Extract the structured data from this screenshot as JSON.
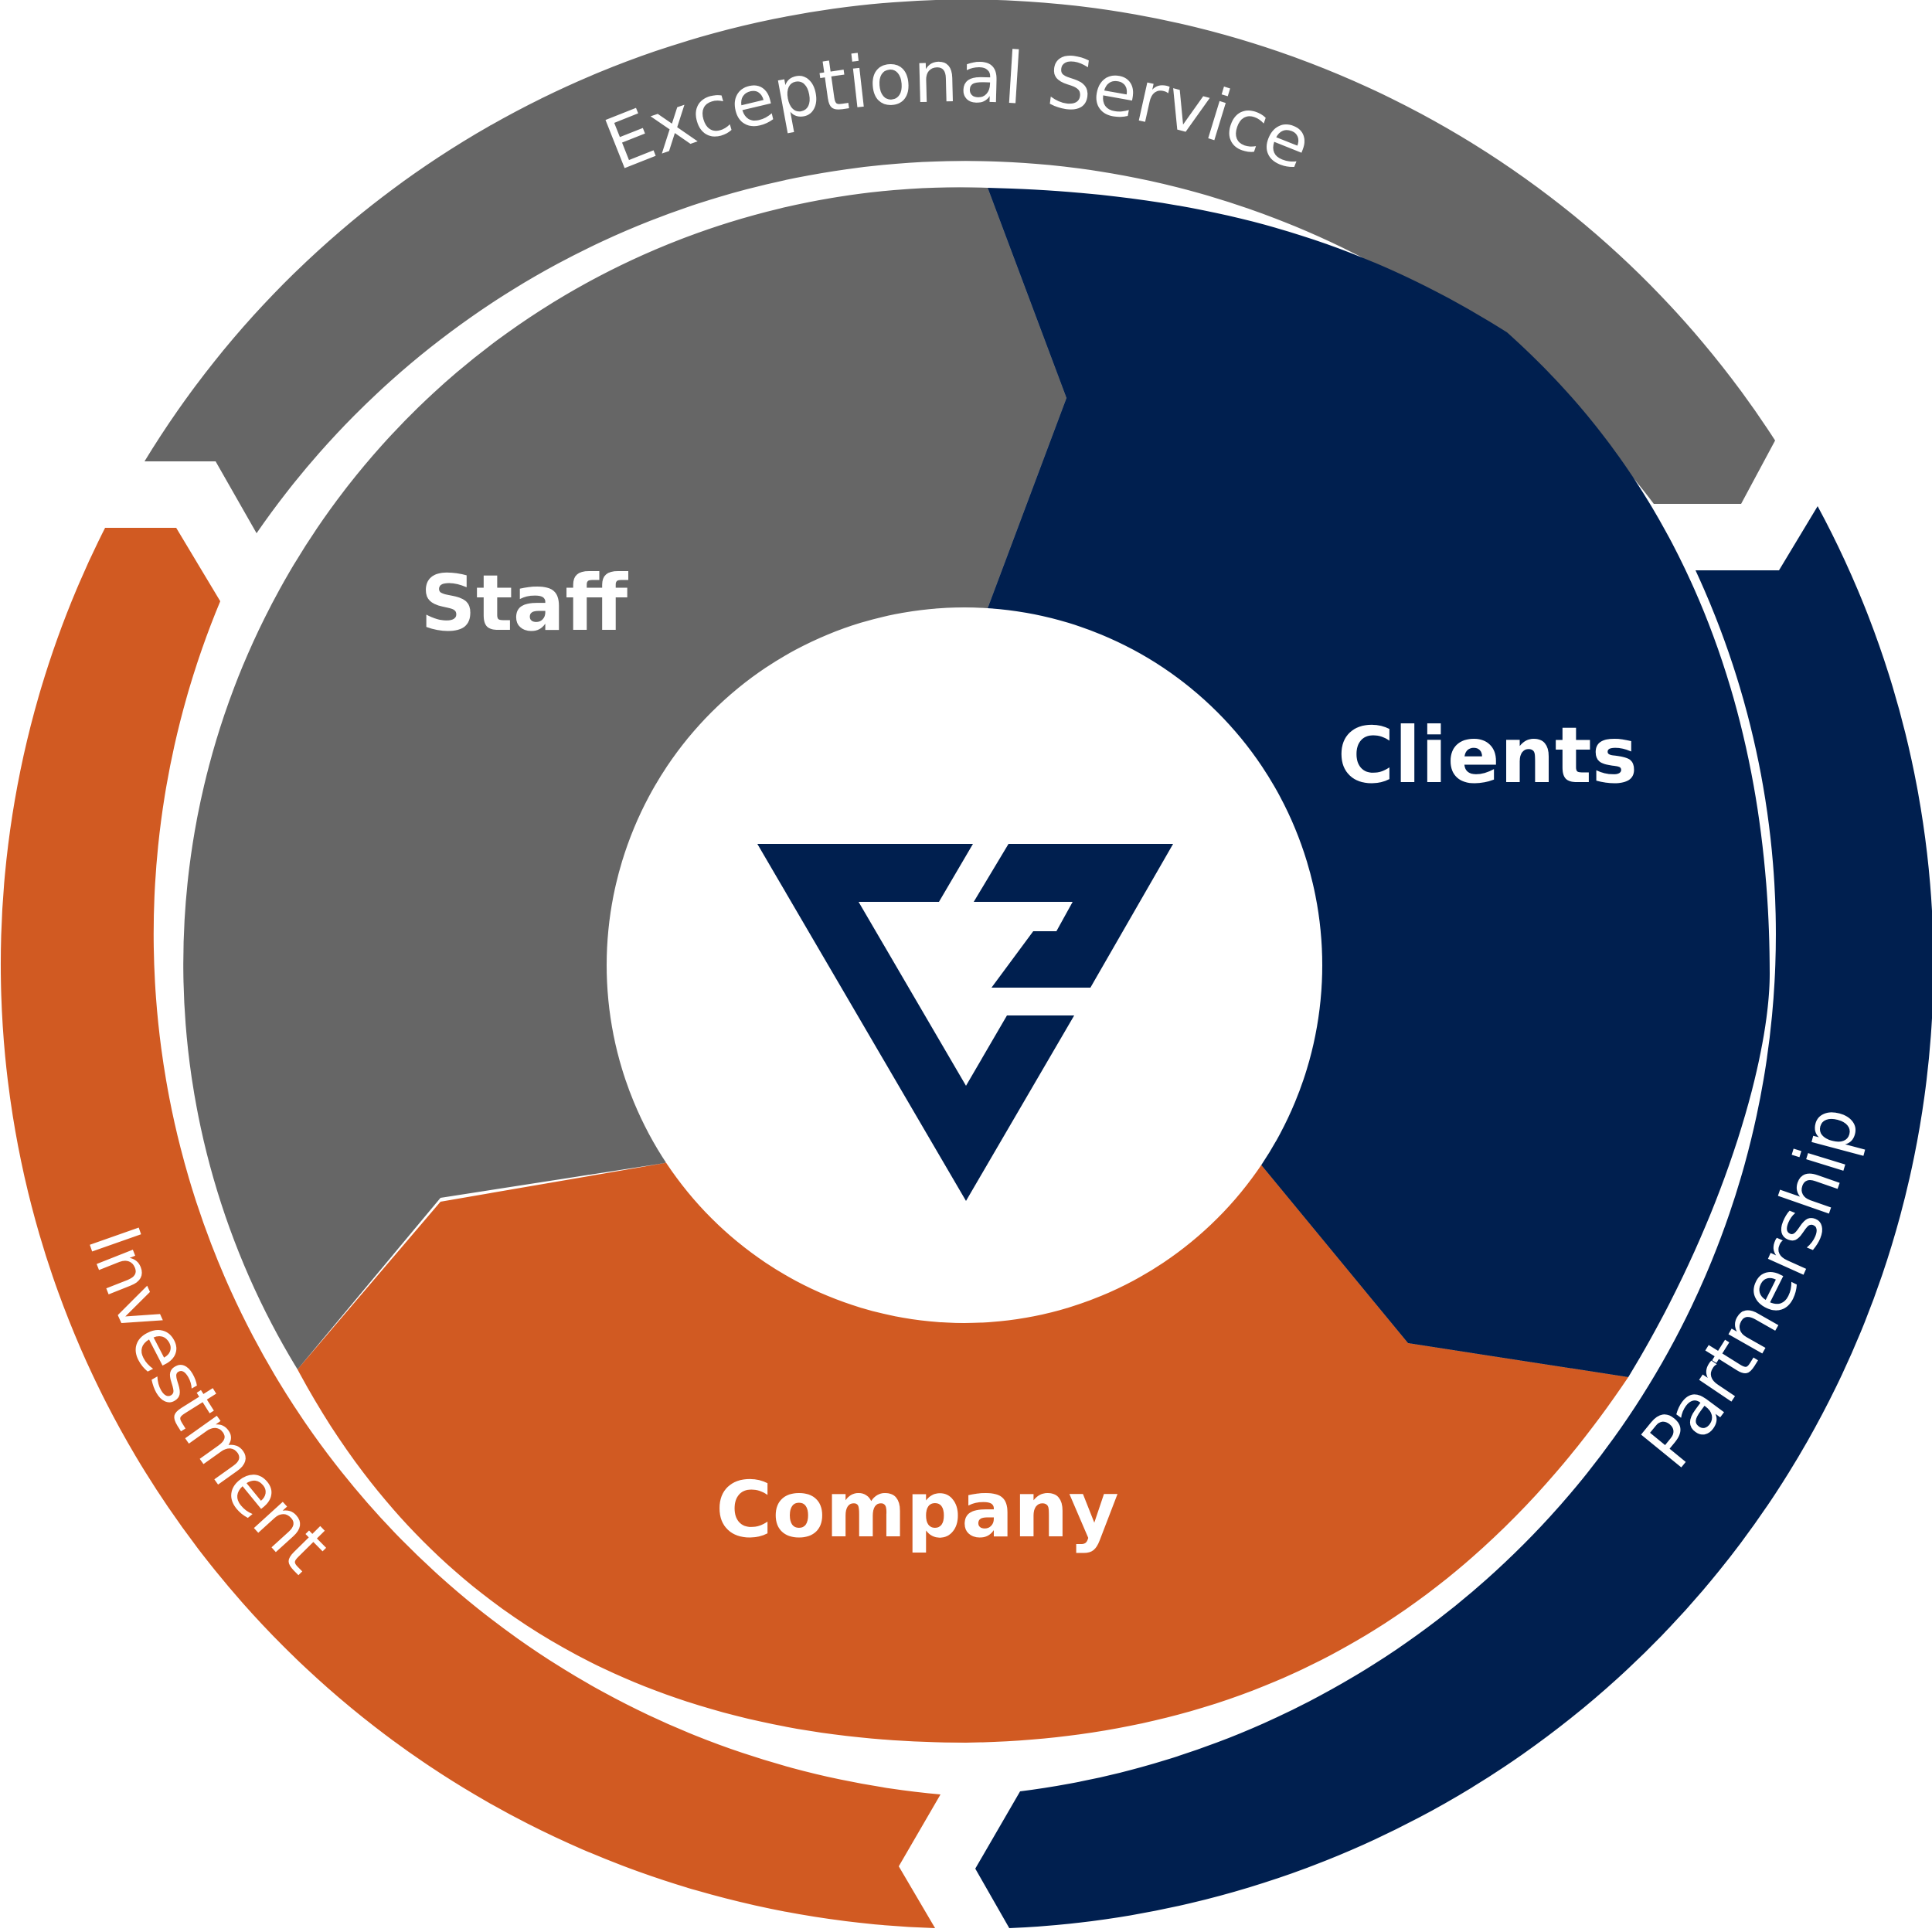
{
  "diagram": {
    "inner_segments": [
      {
        "id": "staff",
        "label": "Staff"
      },
      {
        "id": "clients",
        "label": "Clients"
      },
      {
        "id": "company",
        "label": "Company"
      }
    ],
    "outer_arcs": [
      {
        "id": "exceptional-service",
        "label": "Exceptional Service"
      },
      {
        "id": "partnership",
        "label": "Partnership"
      },
      {
        "id": "investment",
        "label": "Investment"
      }
    ],
    "colors": {
      "gray": "#666666",
      "navy": "#001f4f",
      "orange": "#d15a22",
      "white": "#ffffff"
    },
    "center_logo": {
      "icon": "company-logo-icon"
    }
  }
}
